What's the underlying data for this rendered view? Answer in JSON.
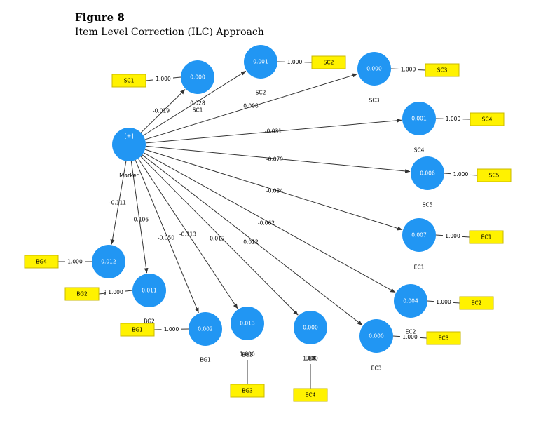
{
  "figure": {
    "title": "Figure 8",
    "subtitle": "Item Level Correction (ILC) Approach"
  },
  "colors": {
    "node": "#2196F3",
    "node_text": "#ffffff",
    "box": "#FFF200",
    "box_border": "#C8B800",
    "edge": "#333333"
  },
  "marker": {
    "name": "Marker",
    "label": "[+]"
  },
  "constructs": [
    {
      "id": "SC1",
      "value": "0.000",
      "path": "-0.019",
      "r2": "0.028",
      "loading": "1.000",
      "indicator": "SC1"
    },
    {
      "id": "SC2",
      "value": "0.001",
      "path": "0.008",
      "loading": "1.000",
      "indicator": "SC2"
    },
    {
      "id": "SC3",
      "value": "0.000",
      "path": "",
      "loading": "1.000",
      "indicator": "SC3"
    },
    {
      "id": "SC4",
      "value": "0.001",
      "path": "-0.031",
      "loading": "1.000",
      "indicator": "SC4"
    },
    {
      "id": "SC5",
      "value": "0.006",
      "path": "-0.079",
      "loading": "1.000",
      "indicator": "SC5"
    },
    {
      "id": "EC1",
      "value": "0.007",
      "path": "-0.084",
      "loading": "1.000",
      "indicator": "EC1"
    },
    {
      "id": "EC2",
      "value": "0.004",
      "path": "-0.062",
      "loading": "1.000",
      "indicator": "EC2"
    },
    {
      "id": "EC3",
      "value": "0.000",
      "path": "0.012",
      "loading": "1.000",
      "indicator": "EC3"
    },
    {
      "id": "EC4",
      "value": "0.000",
      "path": "0.012",
      "loading": "1.000",
      "indicator": "EC4"
    },
    {
      "id": "BG3",
      "value": "0.013",
      "path": "-0.113",
      "loading": "1.000",
      "indicator": "BG3"
    },
    {
      "id": "BG1",
      "value": "0.002",
      "path": "-0.050",
      "loading": "1.000",
      "indicator": "BG1"
    },
    {
      "id": "BG2",
      "value": "0.011",
      "path": "-0.106",
      "loading": "1.000",
      "indicator": "BG2"
    },
    {
      "id": "BG4",
      "value": "0.012",
      "path": "-0.111",
      "loading": "1.000",
      "indicator": "BG4"
    }
  ]
}
